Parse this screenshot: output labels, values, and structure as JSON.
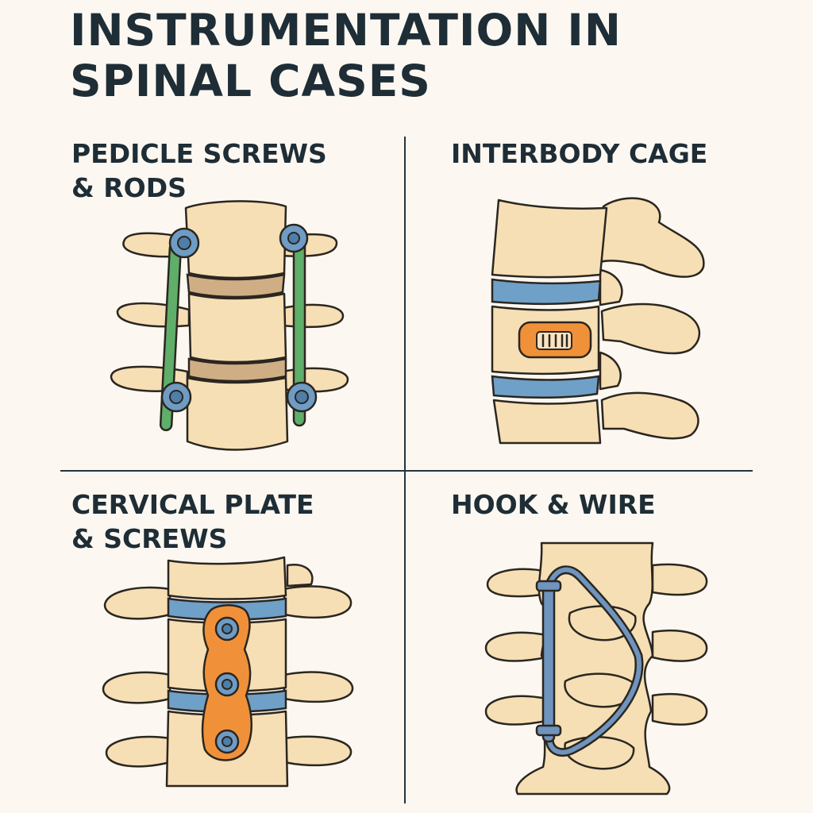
{
  "title": {
    "line1": "INSTRUMENTATION IN",
    "line2": "SPINAL CASES"
  },
  "panels": {
    "pedicle": {
      "line1": "PEDICLE SCREWS",
      "line2": "& RODS"
    },
    "interbody": {
      "line1": "INTERBODY CAGE"
    },
    "cervical": {
      "line1": "CERVICAL PLATE",
      "line2": "& SCREWS"
    },
    "hook": {
      "line1": "HOOK & WIRE"
    }
  },
  "colors": {
    "background": "#fcf8f1",
    "bone": "#f6dfb4",
    "bone_outline": "#2b2620",
    "disc_blue": "#6fa0c8",
    "disc_brown": "#cfae86",
    "rod_green": "#5fae6a",
    "screw_blue": "#6f9cc4",
    "plate_orange": "#f0913a",
    "wire_blue": "#6f94bd"
  },
  "icons": [
    "vertebra-icon",
    "pedicle-screw-icon",
    "rod-icon",
    "interbody-cage-icon",
    "cervical-plate-icon",
    "hook-icon",
    "wire-icon"
  ]
}
